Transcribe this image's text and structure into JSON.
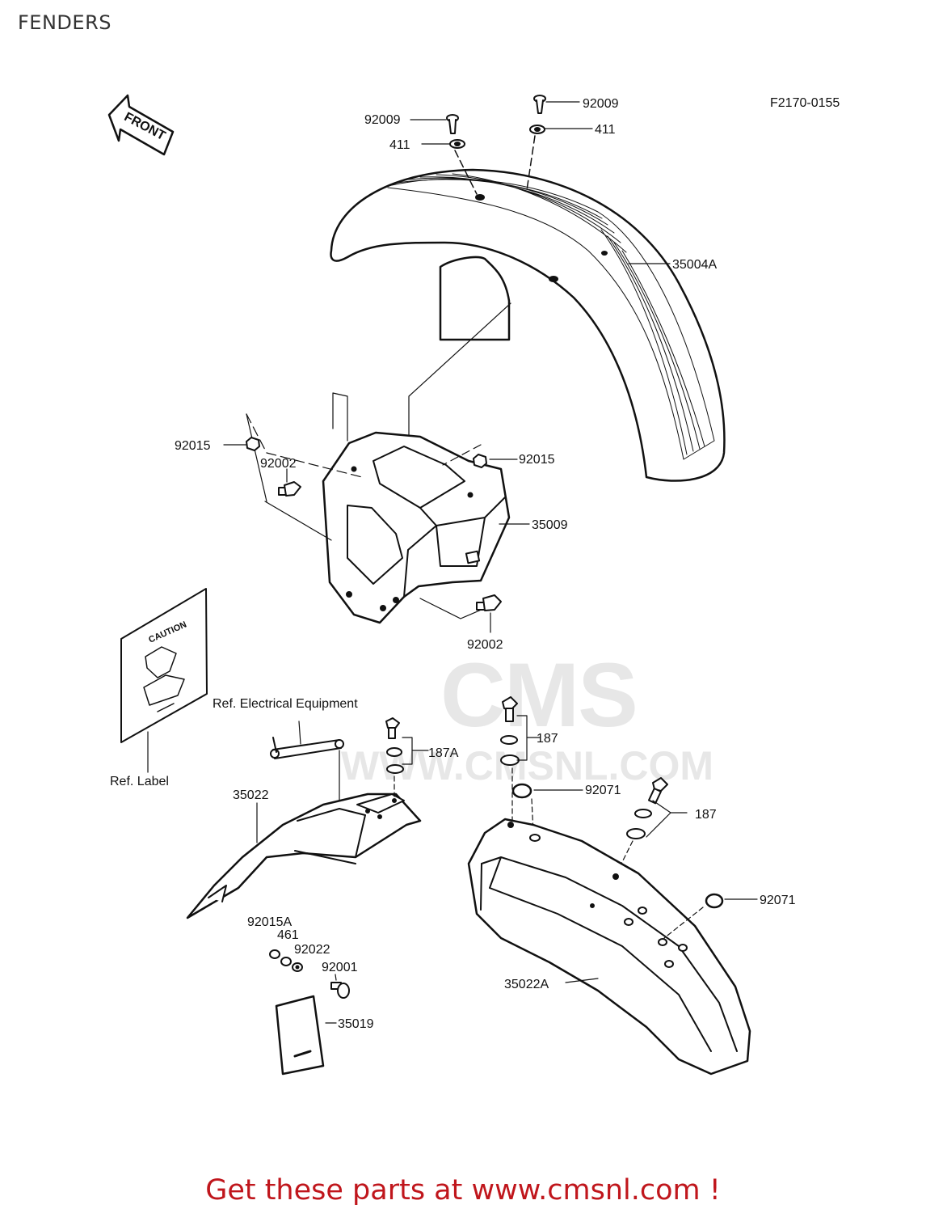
{
  "page": {
    "title": "FENDERS",
    "footer": "Get these parts at www.cmsnl.com !"
  },
  "diagram": {
    "code": "F2170-0155",
    "front_arrow": "FRONT",
    "label_panel_text": "CAUTION",
    "watermark": {
      "logo": "CMS",
      "url": "WWW.CMSNL.COM"
    },
    "refs": {
      "electrical": "Ref. Electrical Equipment",
      "label": "Ref. Label"
    },
    "parts": {
      "p92009_left": "92009",
      "p92009_right": "92009",
      "p411_left": "411",
      "p411_right": "411",
      "p35004A": "35004A",
      "p92015_left": "92015",
      "p92015_right": "92015",
      "p92002_upper": "92002",
      "p92002_lower": "92002",
      "p35009": "35009",
      "p187A": "187A",
      "p187_upper": "187",
      "p187_lower": "187",
      "p92071_upper": "92071",
      "p92071_lower": "92071",
      "p35022": "35022",
      "p35022A": "35022A",
      "p92015A": "92015A",
      "p461": "461",
      "p92022": "92022",
      "p92001": "92001",
      "p35019": "35019"
    }
  }
}
